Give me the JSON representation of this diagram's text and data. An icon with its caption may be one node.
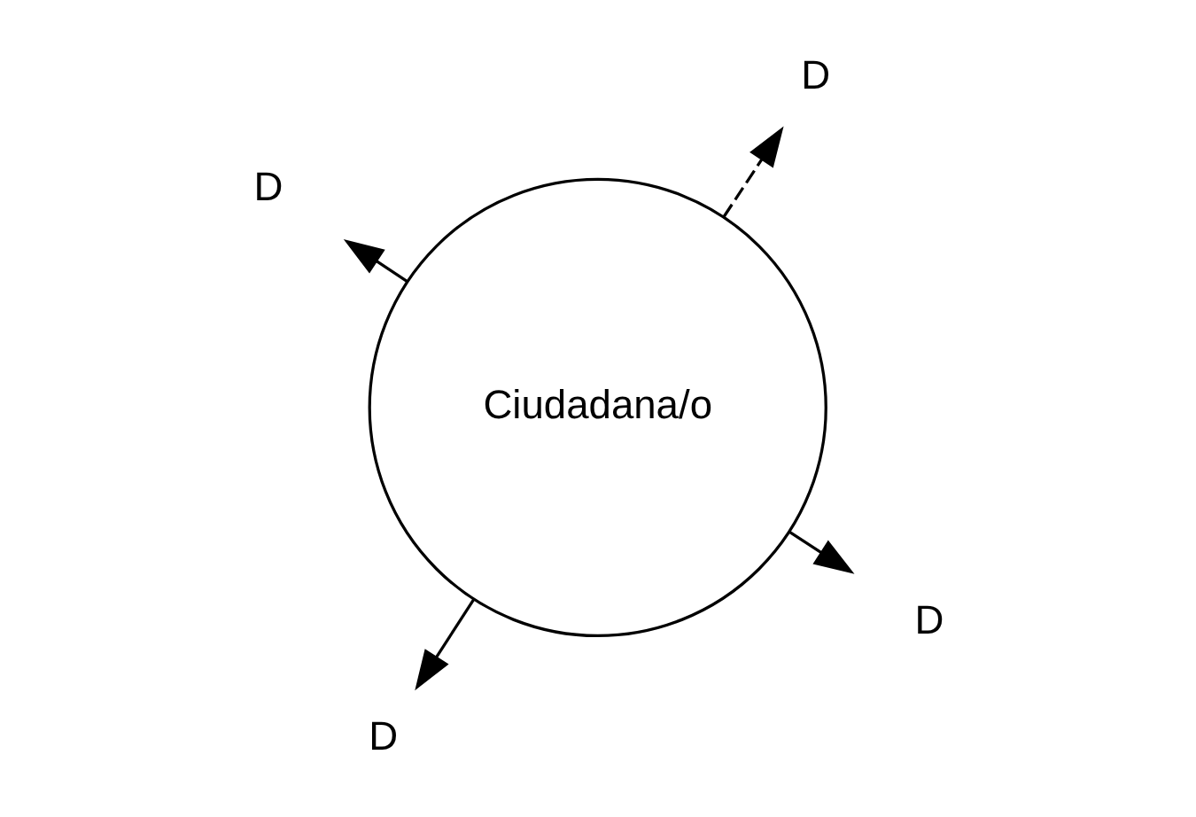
{
  "diagram": {
    "nodes": [
      {
        "text": [
          "Ciudadana/o"
        ]
      },
      {
        "text": [
          "D"
        ]
      },
      {
        "text": [
          "D"
        ]
      },
      {
        "text": [
          "D"
        ]
      },
      {
        "text": [
          "D"
        ]
      }
    ],
    "edges": [
      {
        "from": 0,
        "to": 1,
        "arrow": "to"
      },
      {
        "from": 0,
        "to": 2,
        "arrow": "to"
      },
      {
        "from": 0,
        "to": 3,
        "arrow": "to"
      },
      {
        "from": 0,
        "to": 4,
        "arrow": "to",
        "style": "dashed"
      }
    ]
  }
}
